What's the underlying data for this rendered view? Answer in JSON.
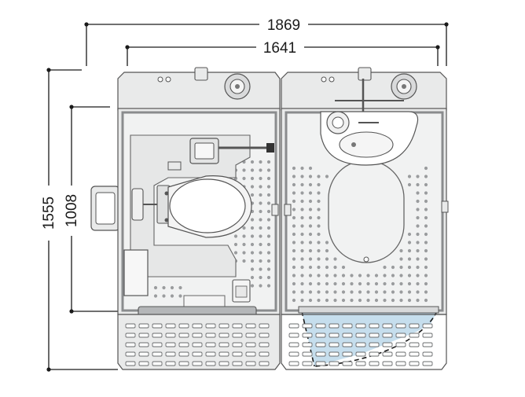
{
  "dimensions": {
    "overall_width": "1869",
    "inner_width": "1641",
    "overall_height": "1555",
    "inner_height": "1008"
  },
  "colors": {
    "line": "#1a1a1a",
    "unit_fill": "#e9eaea",
    "unit_stroke": "#555555",
    "frame": "#8a8c8e",
    "dot": "#9a9c9e",
    "water": "#bcd8ea",
    "tray": "#b4b6b8"
  },
  "icons": [
    "toilet-icon",
    "sink-icon",
    "door-swing-icon",
    "floor-grate-icon"
  ]
}
